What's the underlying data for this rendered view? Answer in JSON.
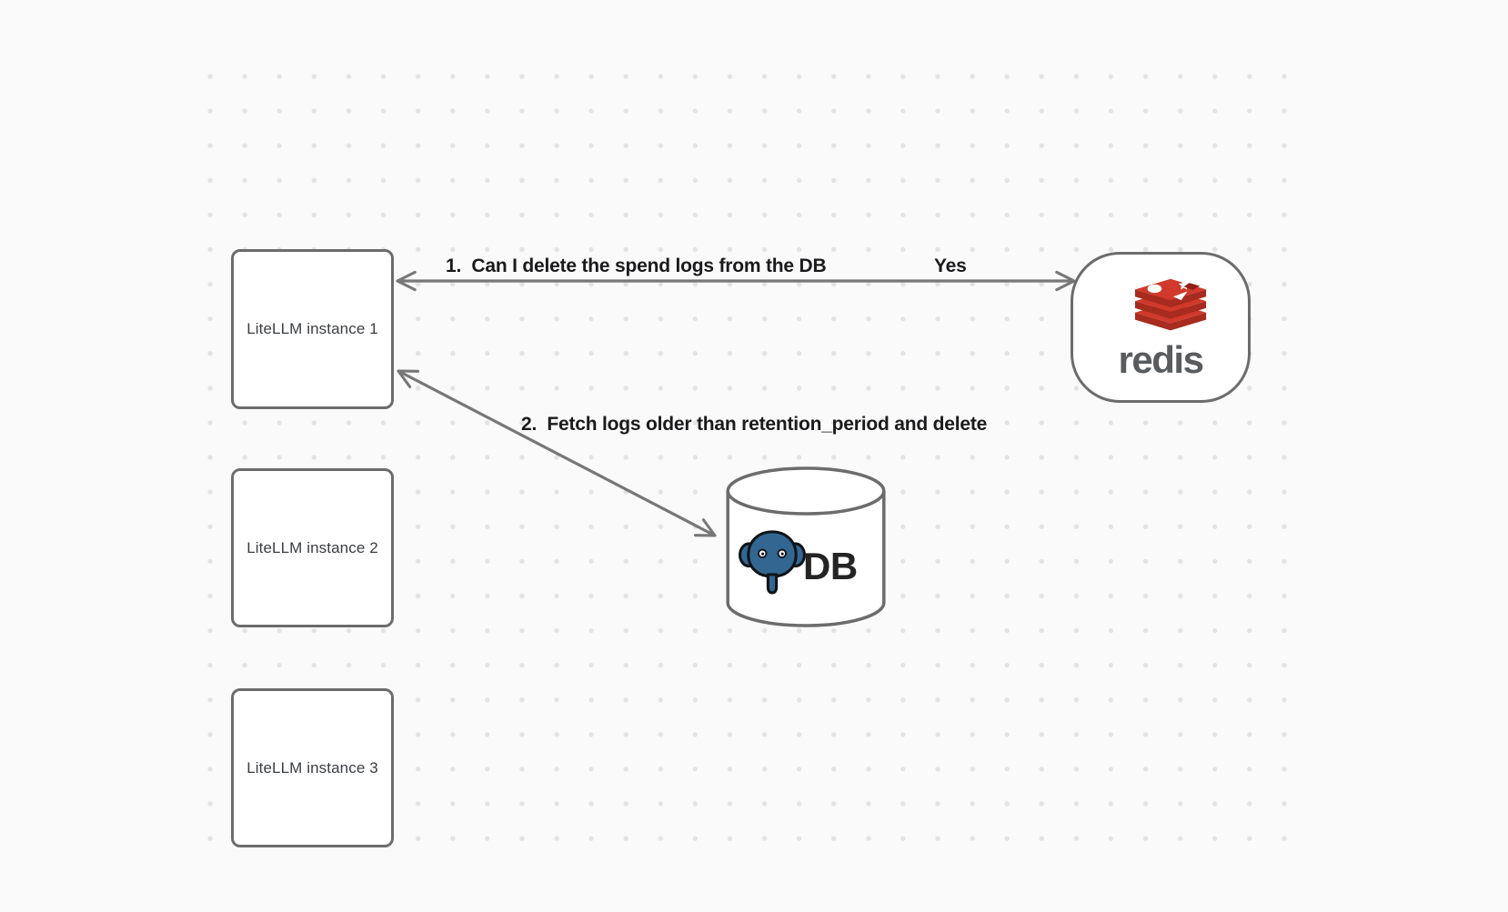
{
  "nodes": {
    "litellm_instances": [
      {
        "label": "LiteLLM instance 1"
      },
      {
        "label": "LiteLLM instance 2"
      },
      {
        "label": "LiteLLM instance 3"
      }
    ],
    "redis": {
      "wordmark": "redis",
      "icon": "redis-cube-icon",
      "color_red": "#d0392b",
      "color_red_dark": "#a72b1e",
      "color_wordmark": "#595c5e"
    },
    "db": {
      "label": "DB",
      "icon": "postgresql-elephant-icon",
      "color_blue": "#336791"
    }
  },
  "edges": [
    {
      "label": "1.  Can I delete the spend logs from the DB",
      "response": "Yes",
      "from": "LiteLLM instance 1",
      "to": "redis",
      "arrowheads": "both-ends"
    },
    {
      "label": "2.  Fetch logs older than retention_period and delete",
      "from": "LiteLLM instance 1",
      "to": "DB",
      "arrowheads": "both-ends"
    }
  ],
  "style": {
    "background": "#fafafa",
    "dot_color": "#e3e3e3",
    "shape_border": "#6c6c6c",
    "arrow_color": "#777777",
    "node_text_color": "#3b3e42",
    "edge_label_color": "#1a1a1c"
  }
}
